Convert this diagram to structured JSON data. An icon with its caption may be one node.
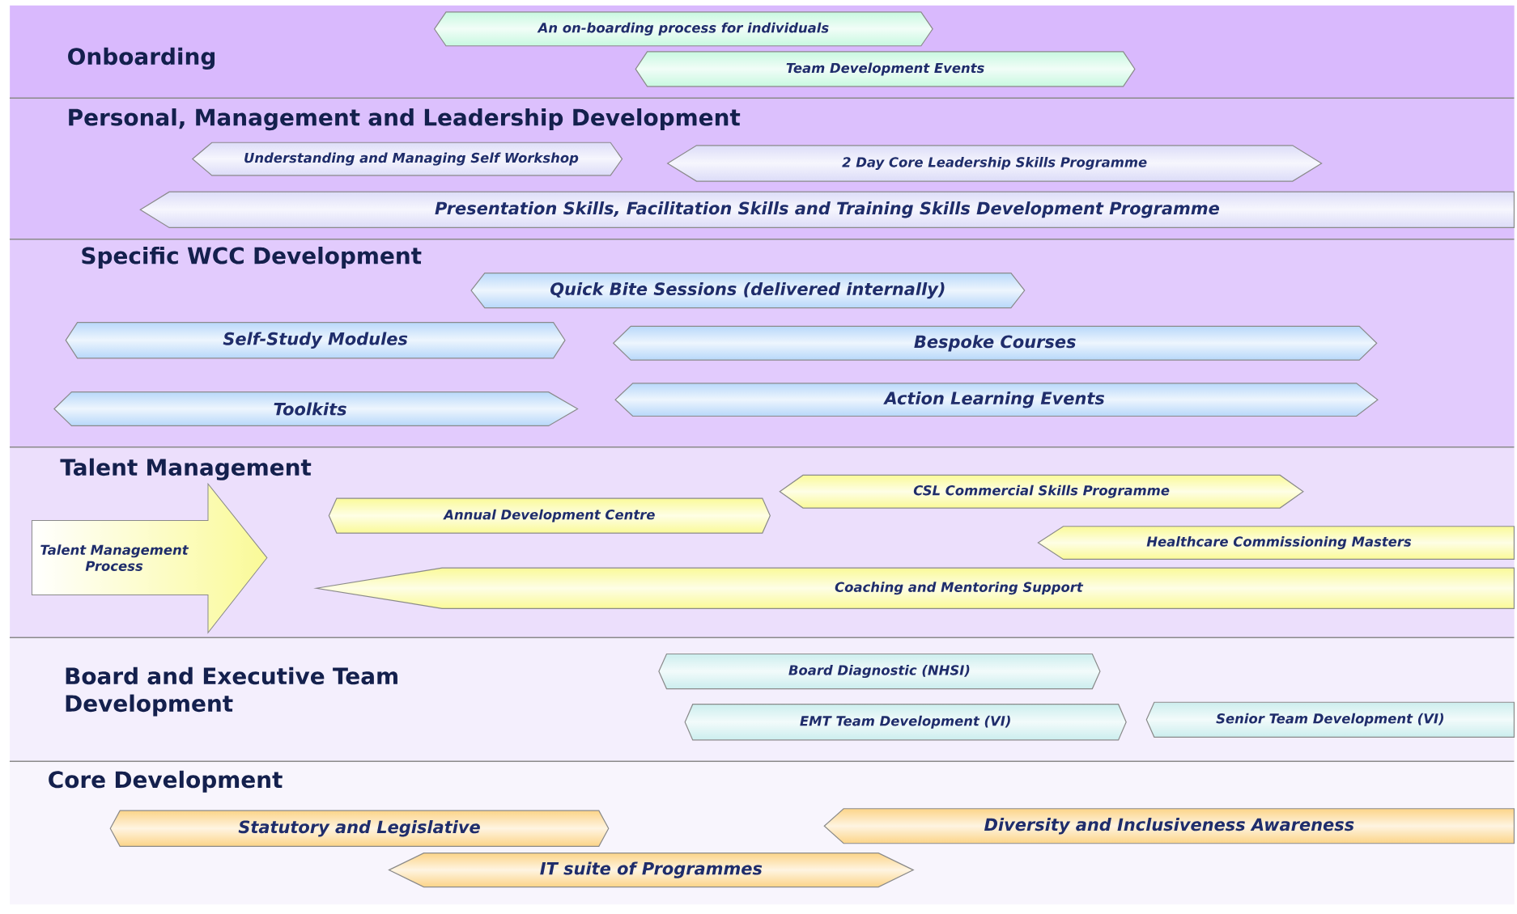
{
  "diagram": {
    "nodes": [
      {
        "text": [
          "Onboarding"
        ]
      },
      {
        "text": [
          "An on-boarding process for individuals"
        ],
        "in": 0
      },
      {
        "text": [
          "Team Development Events"
        ],
        "in": 0
      },
      {
        "text": [
          "Personal, Management and Leadership Development"
        ]
      },
      {
        "text": [
          "Understanding and Managing Self Workshop"
        ],
        "in": 3
      },
      {
        "text": [
          "2 Day Core Leadership Skills Programme"
        ],
        "in": 3
      },
      {
        "text": [
          "Presentation Skills, Facilitation Skills and Training Skills Development Programme"
        ],
        "in": 3
      },
      {
        "text": [
          "Specific WCC Development"
        ]
      },
      {
        "text": [
          "Quick Bite Sessions (delivered internally)"
        ],
        "in": 7
      },
      {
        "text": [
          "Self-Study Modules"
        ],
        "in": 7
      },
      {
        "text": [
          "Bespoke Courses"
        ],
        "in": 7
      },
      {
        "text": [
          "Toolkits"
        ],
        "in": 7
      },
      {
        "text": [
          "Action Learning Events"
        ],
        "in": 7
      },
      {
        "text": [
          "Talent Management"
        ]
      },
      {
        "text": [
          "Talent Management Process"
        ],
        "in": 13
      },
      {
        "text": [
          "CSL Commercial Skills Programme"
        ],
        "in": 13
      },
      {
        "text": [
          "Annual Development Centre"
        ],
        "in": 13
      },
      {
        "text": [
          "Healthcare Commissioning Masters"
        ],
        "in": 13
      },
      {
        "text": [
          "Coaching and Mentoring Support"
        ],
        "in": 13
      },
      {
        "text": [
          "Board and Executive Team Development"
        ]
      },
      {
        "text": [
          "Board Diagnostic (NHSI)"
        ],
        "in": 19
      },
      {
        "text": [
          "EMT Team Development (VI)"
        ],
        "in": 19
      },
      {
        "text": [
          "Senior Team Development (VI)"
        ],
        "in": 19
      },
      {
        "text": [
          "Core Development"
        ]
      },
      {
        "text": [
          "Statutory and Legislative"
        ],
        "in": 23
      },
      {
        "text": [
          "Diversity and Inclusiveness Awareness"
        ],
        "in": 23
      },
      {
        "text": [
          "IT suite of Programmes"
        ],
        "in": 23
      }
    ]
  }
}
